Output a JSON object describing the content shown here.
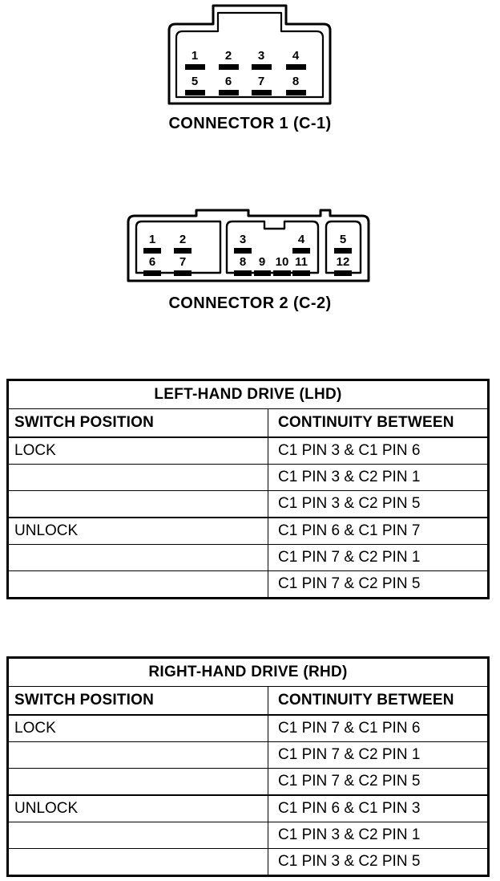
{
  "figures": [
    {
      "id": "connector-1",
      "caption": "CONNECTOR 1 (C-1)",
      "pins_top": [
        "1",
        "2",
        "3",
        "4"
      ],
      "pins_bottom": [
        "5",
        "6",
        "7",
        "8"
      ]
    },
    {
      "id": "connector-2",
      "caption": "CONNECTOR 2 (C-2)",
      "compartment_left_top": [
        "1",
        "2"
      ],
      "compartment_left_bottom": [
        "6",
        "7"
      ],
      "compartment_mid_top": [
        "3",
        "4"
      ],
      "compartment_mid_bottom": [
        "8",
        "9",
        "10",
        "11"
      ],
      "compartment_right_top": [
        "5"
      ],
      "compartment_right_bottom": [
        "12"
      ]
    }
  ],
  "tables": [
    {
      "id": "lhd",
      "title": "LEFT-HAND DRIVE (LHD)",
      "columns": [
        "SWITCH POSITION",
        "CONTINUITY BETWEEN"
      ],
      "rows": [
        {
          "position": "LOCK",
          "continuity": "C1 PIN 3 & C1 PIN 6",
          "group_start": true
        },
        {
          "position": "",
          "continuity": "C1 PIN 3 & C2 PIN 1",
          "group_start": false
        },
        {
          "position": "",
          "continuity": "C1 PIN 3 & C2 PIN 5",
          "group_start": false
        },
        {
          "position": "UNLOCK",
          "continuity": "C1 PIN 6 & C1 PIN 7",
          "group_start": true
        },
        {
          "position": "",
          "continuity": "C1 PIN 7 & C2 PIN 1",
          "group_start": false
        },
        {
          "position": "",
          "continuity": "C1 PIN 7 & C2 PIN 5",
          "group_start": false
        }
      ]
    },
    {
      "id": "rhd",
      "title": "RIGHT-HAND DRIVE (RHD)",
      "columns": [
        "SWITCH POSITION",
        "CONTINUITY BETWEEN"
      ],
      "rows": [
        {
          "position": "LOCK",
          "continuity": "C1 PIN 7 & C1 PIN 6",
          "group_start": true
        },
        {
          "position": "",
          "continuity": "C1 PIN 7 & C2 PIN 1",
          "group_start": false
        },
        {
          "position": "",
          "continuity": "C1 PIN 7 & C2 PIN 5",
          "group_start": false
        },
        {
          "position": "UNLOCK",
          "continuity": "C1 PIN 6 & C1 PIN 3",
          "group_start": true
        },
        {
          "position": "",
          "continuity": "C1 PIN 3 & C2 PIN 1",
          "group_start": false
        },
        {
          "position": "",
          "continuity": "C1 PIN 3 & C2 PIN 5",
          "group_start": false
        }
      ]
    }
  ],
  "colors": {
    "ink": "#000000",
    "paper": "#ffffff"
  }
}
